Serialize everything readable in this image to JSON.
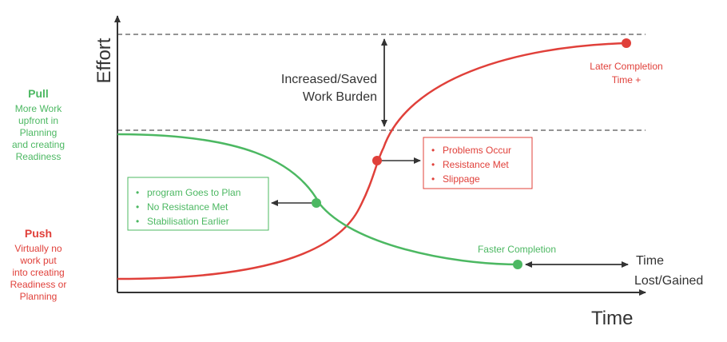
{
  "axes": {
    "y_label": "Effort",
    "x_label": "Time"
  },
  "pull": {
    "heading": "Pull",
    "text_lines": [
      "More Work",
      "upfront in",
      "Planning",
      "and creating",
      "Readiness"
    ]
  },
  "push": {
    "heading": "Push",
    "text_lines": [
      "Virtually no",
      "work put",
      "into creating",
      "Readiness or",
      "Planning"
    ]
  },
  "burden_label": [
    "Increased/Saved",
    "Work Burden"
  ],
  "pull_box": {
    "bullets": [
      "program Goes to Plan",
      "No Resistance Met",
      "Stabilisation Earlier"
    ]
  },
  "push_box": {
    "bullets": [
      "Problems Occur",
      "Resistance Met",
      "Slippage"
    ]
  },
  "faster_completion": "Faster Completion",
  "later_completion": [
    "Later Completion",
    "Time +"
  ],
  "time_lost_gained": [
    "Time",
    "Lost/Gained"
  ],
  "colors": {
    "pull_green": "#4cb862",
    "push_red": "#e0403a",
    "axis": "#333333",
    "dashed": "#555555",
    "glow": "#f7b4aa",
    "text_dark": "#333333"
  }
}
